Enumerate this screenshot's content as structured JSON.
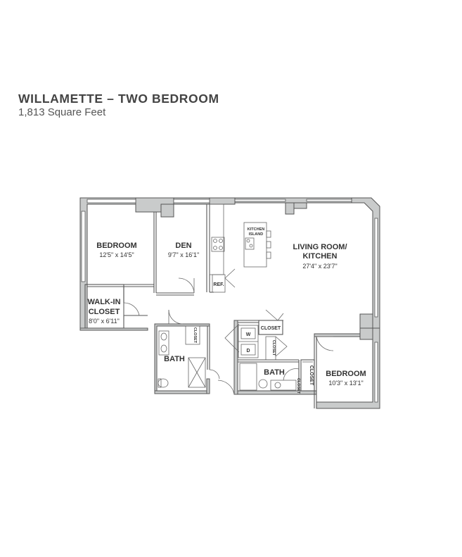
{
  "header": {
    "title": "WILLAMETTE – TWO BEDROOM",
    "subtitle": "1,813 Square Feet"
  },
  "rooms": {
    "bedroom1": {
      "name": "BEDROOM",
      "dims": "12'5\" x 14'5\""
    },
    "den": {
      "name": "DEN",
      "dims": "9'7\" x 16'1\""
    },
    "living": {
      "name_line1": "LIVING ROOM/",
      "name_line2": "KITCHEN",
      "dims": "27'4\" x 23'7\""
    },
    "walkin": {
      "name_line1": "WALK-IN",
      "name_line2": "CLOSET",
      "dims": "8'0\" x 6'11\""
    },
    "bath1": {
      "name": "BATH"
    },
    "bath2": {
      "name": "BATH"
    },
    "bedroom2": {
      "name": "BEDROOM",
      "dims": "10'3\" x 13'1\""
    }
  },
  "labels": {
    "kitchen_island_line1": "KITCHEN",
    "kitchen_island_line2": "ISLAND",
    "ref": "REF.",
    "closet_main": "CLOSET",
    "closet_hall": "CLOSET",
    "closet_bath": "CLOSET",
    "closet_bed2": "CLOSET",
    "closet_bath2": "CLOSET",
    "washer": "W",
    "dryer": "D"
  },
  "colors": {
    "wall_fill": "#c9cbcb",
    "line": "#444444"
  }
}
